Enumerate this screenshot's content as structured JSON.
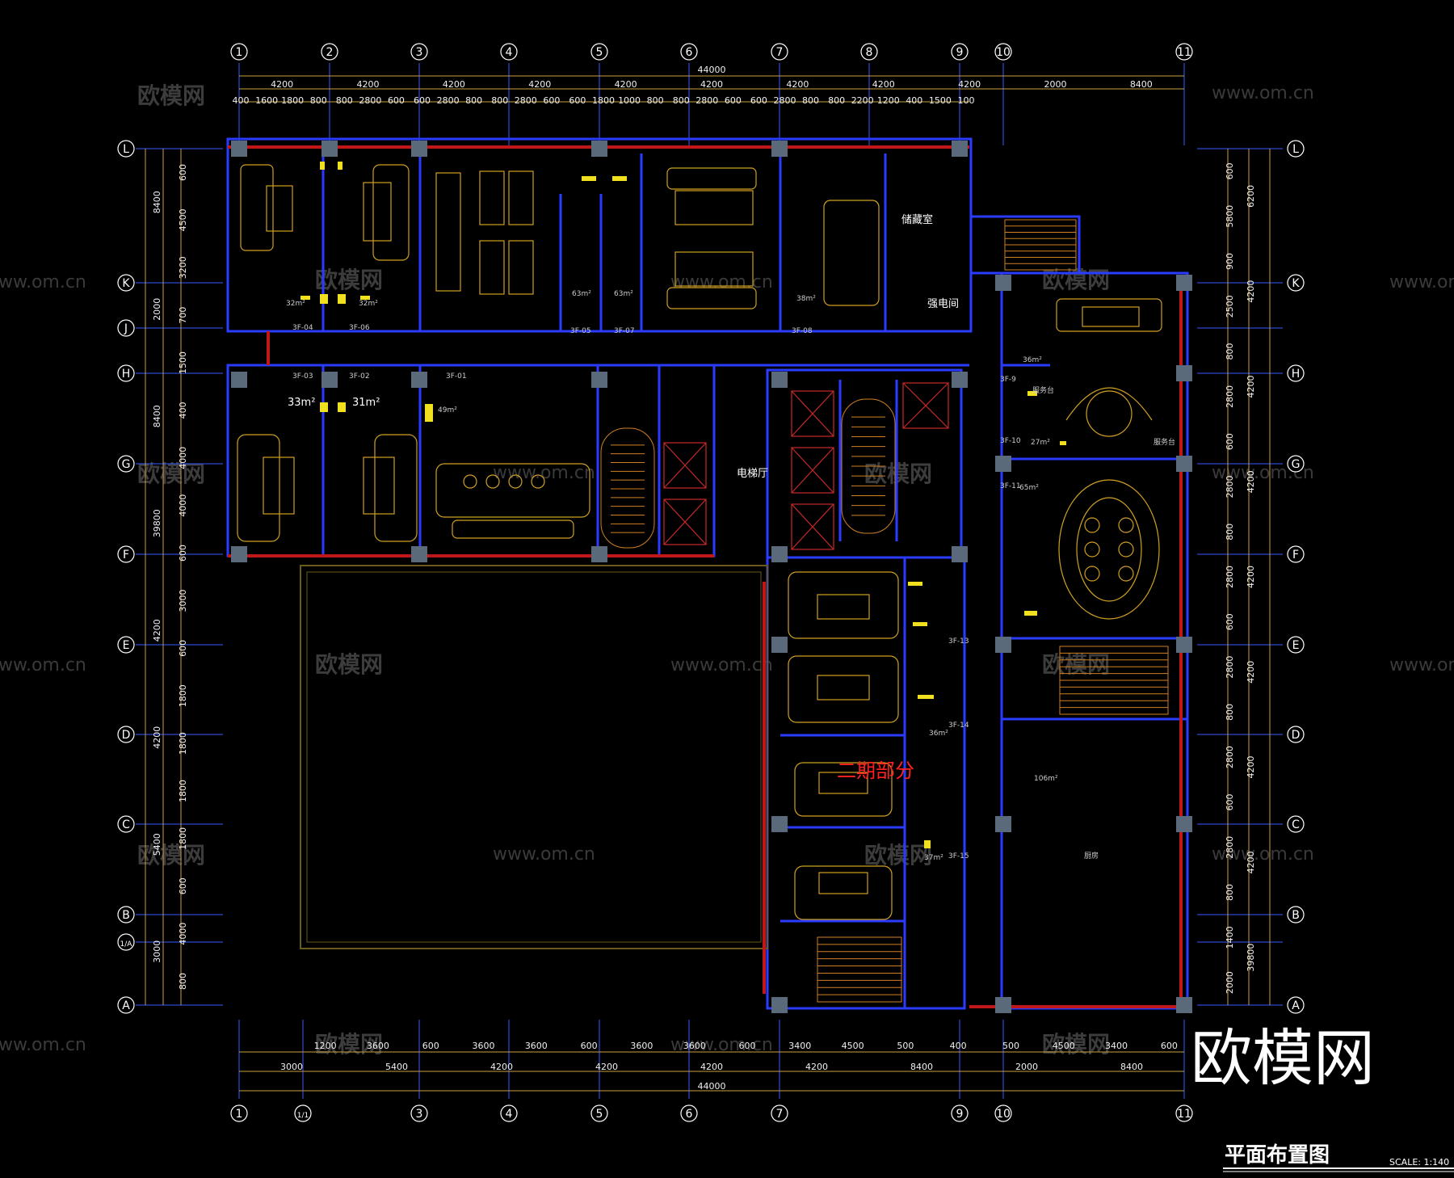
{
  "title": "平面布置图",
  "scale": "SCALE: 1:140",
  "brand_logo": "欧模网",
  "watermark": {
    "brand": "欧模网",
    "url": "www.om.cn"
  },
  "columns_top": [
    "1",
    "2",
    "3",
    "4",
    "5",
    "6",
    "7",
    "8",
    "9",
    "10",
    "11"
  ],
  "columns_bottom": [
    "1",
    "1/1",
    "3",
    "4",
    "5",
    "6",
    "7",
    "9",
    "10",
    "11"
  ],
  "rows": [
    "L",
    "K",
    "J",
    "H",
    "G",
    "F",
    "E",
    "D",
    "C",
    "B",
    "1/A",
    "A"
  ],
  "top_dims_total": "44000",
  "top_dims_row1": [
    "4200",
    "4200",
    "4200",
    "4200",
    "4200",
    "4200",
    "4200",
    "4200",
    "4200",
    "2000",
    "8400"
  ],
  "top_dims_row2": [
    "400",
    "1600",
    "1800",
    "800",
    "800",
    "2800",
    "600",
    "600",
    "2800",
    "800",
    "800",
    "2800",
    "600",
    "600",
    "1800",
    "1000",
    "800",
    "800",
    "2800",
    "600",
    "600",
    "2800",
    "800",
    "800",
    "2200",
    "1200",
    "400",
    "1500",
    "100"
  ],
  "bottom_dims_row1": [
    "1200",
    "3600",
    "600",
    "3600",
    "3600",
    "600",
    "3600",
    "3600",
    "600",
    "3400",
    "4500",
    "500",
    "400",
    "500",
    "4500",
    "3400",
    "600"
  ],
  "bottom_dims_row2": [
    "3000",
    "5400",
    "4200",
    "4200",
    "4200",
    "4200",
    "8400",
    "2000",
    "8400"
  ],
  "bottom_dims_total": "44000",
  "left_dims_outer": [
    "8400",
    "2000",
    "8400",
    "39800",
    "4200",
    "4200",
    "5400",
    "3000"
  ],
  "left_dims_inner": [
    "600",
    "4500",
    "3200",
    "700",
    "1500",
    "400",
    "4000",
    "4000",
    "600",
    "3000",
    "600",
    "1800",
    "1800",
    "1800",
    "1800",
    "600",
    "4000",
    "800"
  ],
  "right_dims_outer": [
    "6200",
    "4200",
    "4200",
    "4200",
    "4200",
    "4200",
    "4200",
    "4200",
    "39800"
  ],
  "right_dims_inner": [
    "600",
    "5800",
    "900",
    "2500",
    "800",
    "2800",
    "600",
    "2800",
    "800",
    "2800",
    "600",
    "2800",
    "800",
    "2800",
    "600",
    "2800",
    "800",
    "1400",
    "2000"
  ],
  "rooms": {
    "storage": "储藏室",
    "electric": "强电间",
    "elevator_hall": "电梯厅",
    "phase2": "二期部分",
    "kitchen": "厨房",
    "service1": "服务台",
    "service2": "服务台",
    "area_106": "106m²",
    "area_33": "33m²",
    "area_31": "31m²",
    "area_32a": "32m²",
    "area_32b": "32m²",
    "area_63a": "63m²",
    "area_63b": "63m²",
    "area_38": "38m²",
    "area_49": "49m²",
    "area_36a": "36m²",
    "area_27": "27m²",
    "area_65": "65m²",
    "area_36b": "36m²",
    "area_37": "37m²"
  },
  "room_codes": [
    "3F-04",
    "3F-06",
    "3F-05",
    "3F-07",
    "3F-08",
    "3F-03",
    "3F-02",
    "3F-01",
    "3F-9",
    "3F-10",
    "3F-11",
    "3F-13",
    "3F-14",
    "3F-15"
  ]
}
